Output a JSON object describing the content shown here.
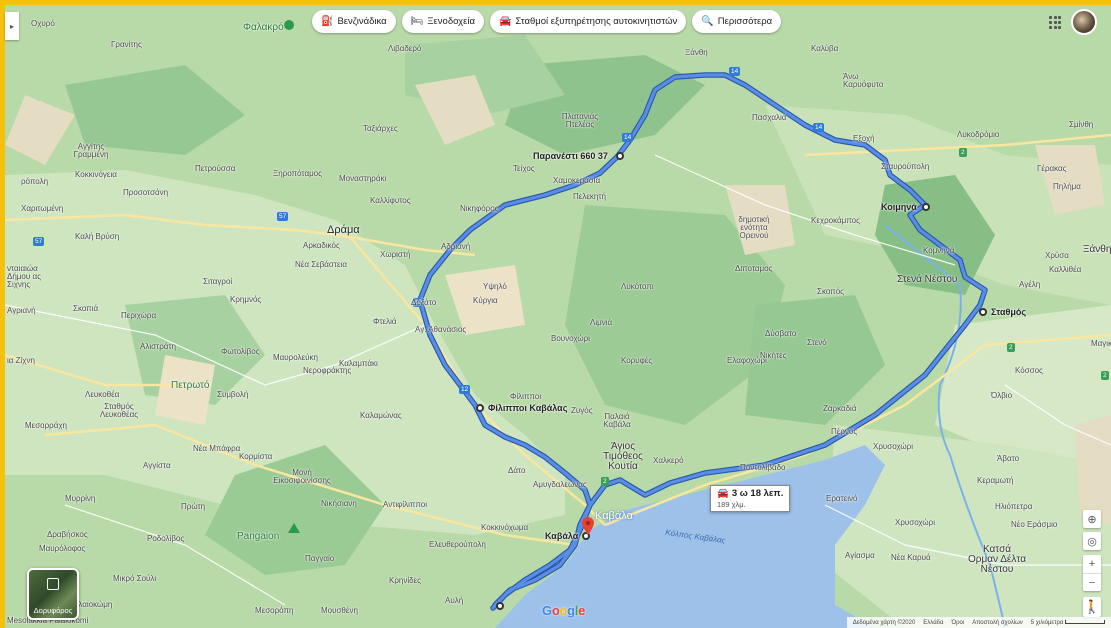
{
  "chips": [
    {
      "icon": "gas-station-icon",
      "glyph": "⛽",
      "label": "Βενζινάδικα"
    },
    {
      "icon": "bed-icon",
      "glyph": "🛏",
      "label": "Ξενοδοχεία"
    },
    {
      "icon": "car-service-icon",
      "glyph": "🚘",
      "label": "Σταθμοί εξυπηρέτησης αυτοκινητιστών"
    },
    {
      "icon": "search-icon",
      "glyph": "🔍",
      "label": "Περισσότερα"
    }
  ],
  "waypoints": {
    "paranesti": "Παρανέστι 660 37",
    "koimina": "Κοιμηνά",
    "stathmos": "Σταθμός",
    "filippoi": "Φίλιπποι Καβάλας",
    "kavala": "Καβάλα"
  },
  "route": {
    "time": "3 ω 18 λεπ.",
    "distance": "189 χλμ."
  },
  "places": {
    "falakro": "Φαλακρό",
    "drama": "Δράμα",
    "kavala_city": "Καβάλα",
    "petroto": "Πετρωτό",
    "pangaion": "Pangaion",
    "mesolakkia": "Mesolakkia Palaiokomi",
    "kolpos": "Κόλπος Καβάλας",
    "katsa": "Κατσά Ορμαν Δέλτα Νέστου",
    "xanthi": "Ξάνθη",
    "stena": "Στενά Νέστου",
    "agios": "Άγιος Τιμόθεος Κουτία",
    "platanias": "Πλατανιάς Πτελέας",
    "dimotiki": "δημοτική ενότητα Ορεινού",
    "oxyro": "Οχυρό",
    "graniths": "Γρανίτης",
    "livadero": "Λιβαδερό",
    "kalyva": "Καλύβα",
    "ano_karyof": "Άνω Καρυόφυτο",
    "taxiarhes": "Ταξιάρχες",
    "agg_graf": "Αγγίτης Γραμμένη",
    "petroussa": "Πετρούσσα",
    "xiropotamos": "Ξηροπόταμος",
    "koklinogeia": "Κοκκινόγεια",
    "monastiraki": "Μοναστηράκι",
    "kallifytos": "Καλλίφυτος",
    "teixos": "Τείχος",
    "xamokerasia": "Χαμοκεράσια",
    "pelekiti": "Πελεκητή",
    "nikiforos": "Νικηφόρος",
    "prosotsani": "Προσοτσάνη",
    "xaritomeni": "Χαριτωμένη",
    "kali_vrysi": "Καλή Βρύση",
    "arkadikos": "Αρκαδικός",
    "xoristi": "Χωριστή",
    "adriani": "Αδριανή",
    "nea_seb": "Νέα Σεβάστεια",
    "sitagroi": "Σιταγροί",
    "kyrgia": "Κύργια",
    "ypsilo": "Υψηλό",
    "doxato": "Δοξάτο",
    "fteliá": "Φτελιά",
    "ag_athan": "Αγ. Αθανάσιος",
    "lykotopi": "Λυκότοπι",
    "lymnia": "Λιμνιά",
    "vounoxori": "Βουνοχώρι",
    "koryfes": "Κορυφές",
    "elafoxori": "Ελαφοχώρι",
    "dimotmos": "Διποταμος",
    "skopos": "Σκοπός",
    "kexrokampos": "Κεχροκάμπος",
    "pasxalia": "Πασχαλιά",
    "eksohi": "Εξοχή",
    "stavroupoli": "Σταυρούπολη",
    "lykodromio": "Λυκοδρόμιο",
    "gerakas": "Γέρακας",
    "pilima": "Πηλήμα",
    "xrysa": "Χρύσα",
    "kallithea": "Καλλιθέα",
    "ageli": "Αγέλη",
    "sminthi": "Σμίνθη",
    "fotolivos": "Φωτολίβος",
    "mavroleuki": "Μαυρολεύκη",
    "kalampaki": "Καλαμπάκι",
    "nerofraktis": "Νεροφράκτης",
    "alistrati": "Αλιστράτη",
    "perixora": "Περιχώρα",
    "skopia": "Σκοπιά",
    "agriani": "Αγριανή",
    "lefkothea": "Λευκοθέα",
    "stathmos_lef": "Σταθμός Λευκοθέας",
    "symvoli": "Συμβολή",
    "mesorrahi": "Μεσορράχη",
    "nea_mpafra": "Νέα Μπάφρα",
    "korymsa": "Κορμίστα",
    "aggista": "Αγγίστα",
    "moni_eikos": "Μονή Εικοσιφοινίσσης",
    "nikisiani": "Νικήσιανη",
    "kalamonas": "Καλαμώνας",
    "dato": "Δάτο",
    "palaia_kav": "Παλαιά Καβάλα",
    "xalkero": "Χαλκερό",
    "dystato": "Δύσβατο",
    "stegno": "Στενό",
    "nikites": "Νικήτες",
    "zarkadia": "Ζαρκαδιά",
    "pernos": "Πέρνος",
    "xrysoxori": "Χρυσοχώρι",
    "olvio": "Όλβιο",
    "kossos": "Κόσσος",
    "avato": "Άβατο",
    "magiko": "Μαγικό",
    "erateino": "Ερατεινό",
    "xrysoxori2": "Χρυσοχώρι",
    "agiasma": "Αγίασμα",
    "nea_karya": "Νέα Καρυά",
    "keramoti": "Κεραμωτή",
    "iliopetra": "Ηλιόπετρα",
    "nea_erasmio": "Νέο Εράσμιο",
    "pontolivado": "Ποντολίβαδο",
    "myrrini": "Μυρρίνη",
    "drabiskos": "Δραβήσκος",
    "mavrolofos": "Μαυρόλοφος",
    "rodolivos": "Ροδολίβος",
    "mikro_souli": "Μικρό Σούλι",
    "prote": "Πρώτη",
    "aggelos": "Αλαιοκώμη",
    "aidonohori": "Αντιφίλιπποι",
    "kokkinoxoma": "Κοκκινόχωμα",
    "elefth": "Ελευθερούπολη",
    "amygdaleonas": "Αμυγδαλεώνας",
    "ktista": "Κρηνίδες",
    "avli": "Αυλή",
    "mesoropi": "Μεσορόπη",
    "mousthene": "Μουσθένη",
    "paggaio": "Παγγαίο",
    "filippoi_lbl": "Φίλιπποι",
    "zygos": "Ζυγός",
    "krimnos": "Κρημνός",
    "komnina": "Κομνηνά",
    "west1": "ρόπολη",
    "west2": "νταιαιώα Δήμου ας Σιχνης",
    "west3": "ια Ζίχνη",
    "plat_road": "Ξάνθη"
  },
  "roads": [
    "57",
    "57",
    "14",
    "14",
    "14",
    "12",
    "12",
    "2",
    "2",
    "2",
    "2"
  ],
  "controls": {
    "satellite": "Δορυφόρος",
    "zoom_in": "+",
    "zoom_out": "−"
  },
  "google": {
    "g1": "G",
    "o1": "o",
    "o2": "o",
    "g2": "g",
    "l": "l",
    "e": "e"
  },
  "attribution": {
    "data": "Δεδομένα χάρτη ©2020",
    "country": "Ελλάδα",
    "terms": "Όροι",
    "feedback": "Αποστολή σχολίων",
    "scale": "5 χιλιόμετρα"
  },
  "colors": {
    "route": "#4a80d8",
    "route_outline": "#2a58a8",
    "sea": "#9ec1ea",
    "pin": "#e94235",
    "forest": "#8fc88f",
    "land": "#c6e0b8"
  }
}
